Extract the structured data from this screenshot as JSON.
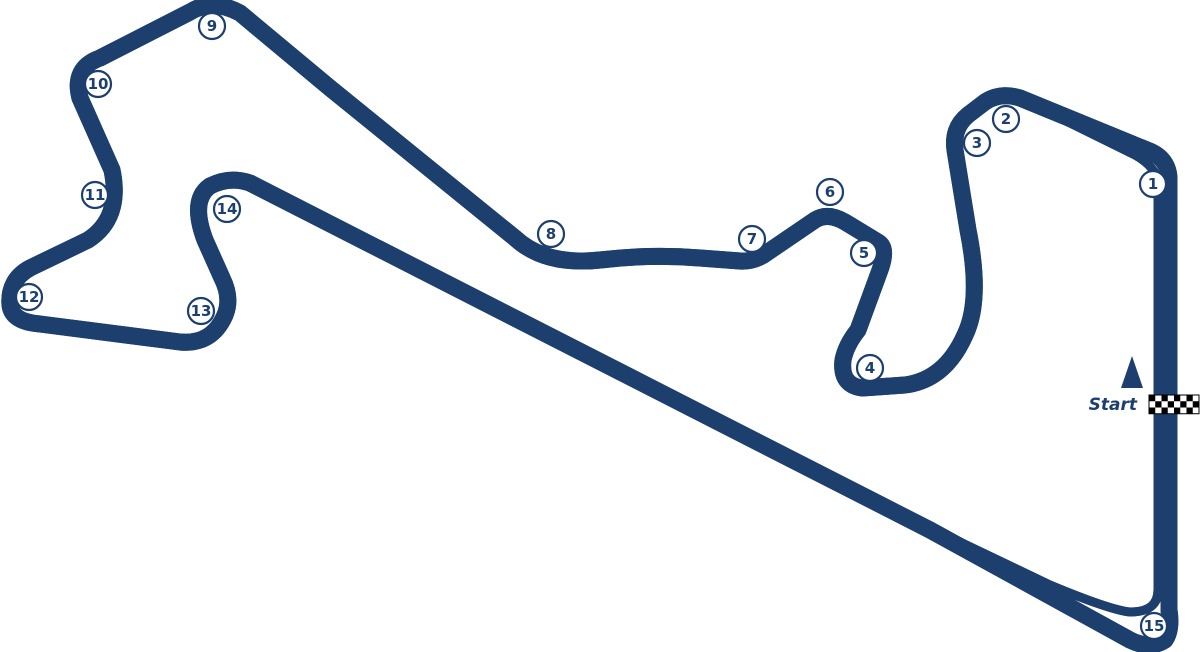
{
  "map": {
    "track_color": "#1d3f6e",
    "background_color": "#ffffff",
    "start_label": "Start",
    "corners": [
      "1",
      "2",
      "3",
      "4",
      "5",
      "6",
      "7",
      "8",
      "9",
      "10",
      "11",
      "12",
      "13",
      "14",
      "15"
    ]
  }
}
